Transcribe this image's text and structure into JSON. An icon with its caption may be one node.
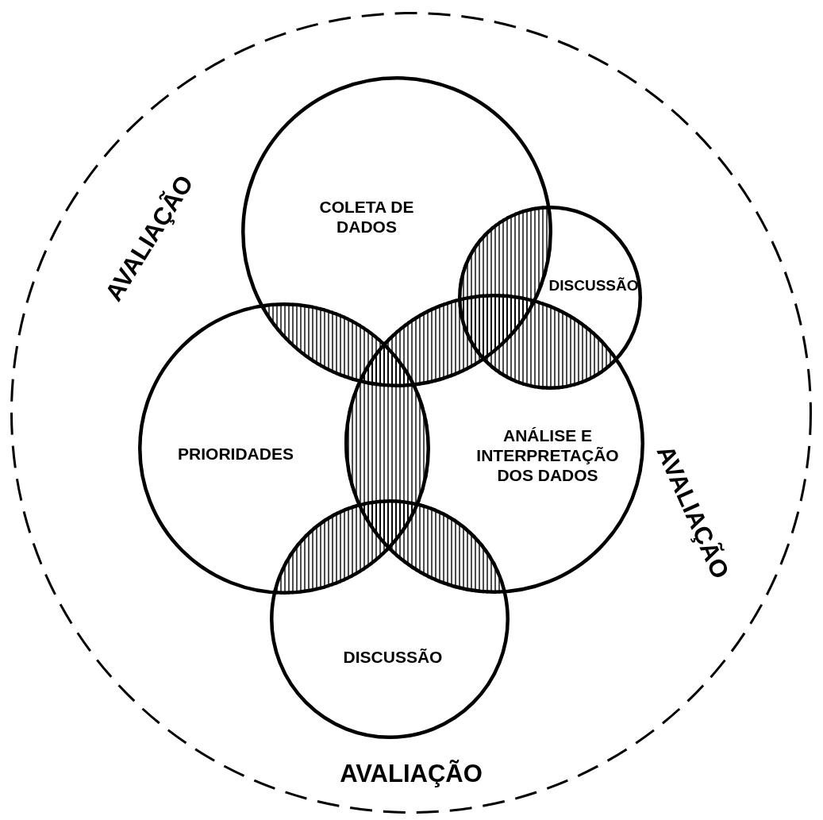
{
  "diagram": {
    "nodes": [
      {
        "text": [
          "AVALIAÇÃO",
          "AVALIAÇÃO",
          "AVALIAÇÃO"
        ]
      },
      {
        "text": [
          "COLETA DE DADOS"
        ],
        "in": 0
      },
      {
        "text": [
          "DISCUSSÃO"
        ],
        "in": 0
      },
      {
        "text": [
          "PRIORIDADES"
        ],
        "in": 0
      },
      {
        "text": [
          "ANÁLISE E INTERPRETAÇÃO DOS DADOS"
        ],
        "in": 0
      },
      {
        "text": [
          "DISCUSSÃO"
        ],
        "in": 0
      }
    ]
  }
}
